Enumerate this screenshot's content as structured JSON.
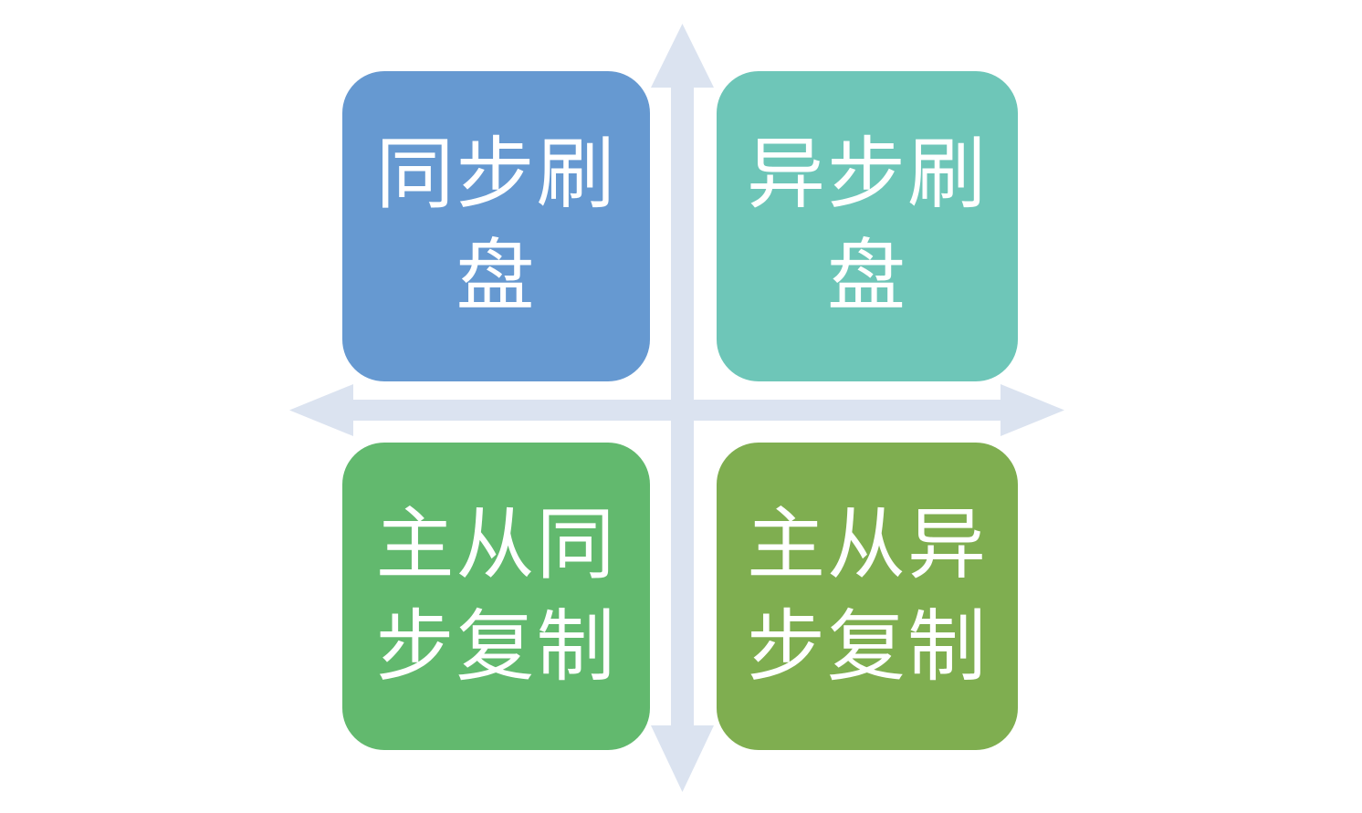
{
  "diagram": {
    "type": "quadrant-matrix",
    "background_color": "#ffffff",
    "axis_color": "#dbe3f0",
    "text_color": "#ffffff",
    "axes": {
      "vertical": {
        "name": "vertical-axis",
        "arrow_heads": "both"
      },
      "horizontal": {
        "name": "horizontal-axis",
        "arrow_heads": "both"
      }
    },
    "quadrants": [
      {
        "id": "top-left",
        "label": "同步刷盘",
        "color": "#6699d1",
        "position": "upper-left"
      },
      {
        "id": "top-right",
        "label": "异步刷盘",
        "color": "#6ec6b8",
        "position": "upper-right"
      },
      {
        "id": "bottom-left",
        "label": "主从同步复制",
        "color": "#62b96e",
        "position": "lower-left"
      },
      {
        "id": "bottom-right",
        "label": "主从异步复制",
        "color": "#7fae50",
        "position": "lower-right"
      }
    ]
  }
}
